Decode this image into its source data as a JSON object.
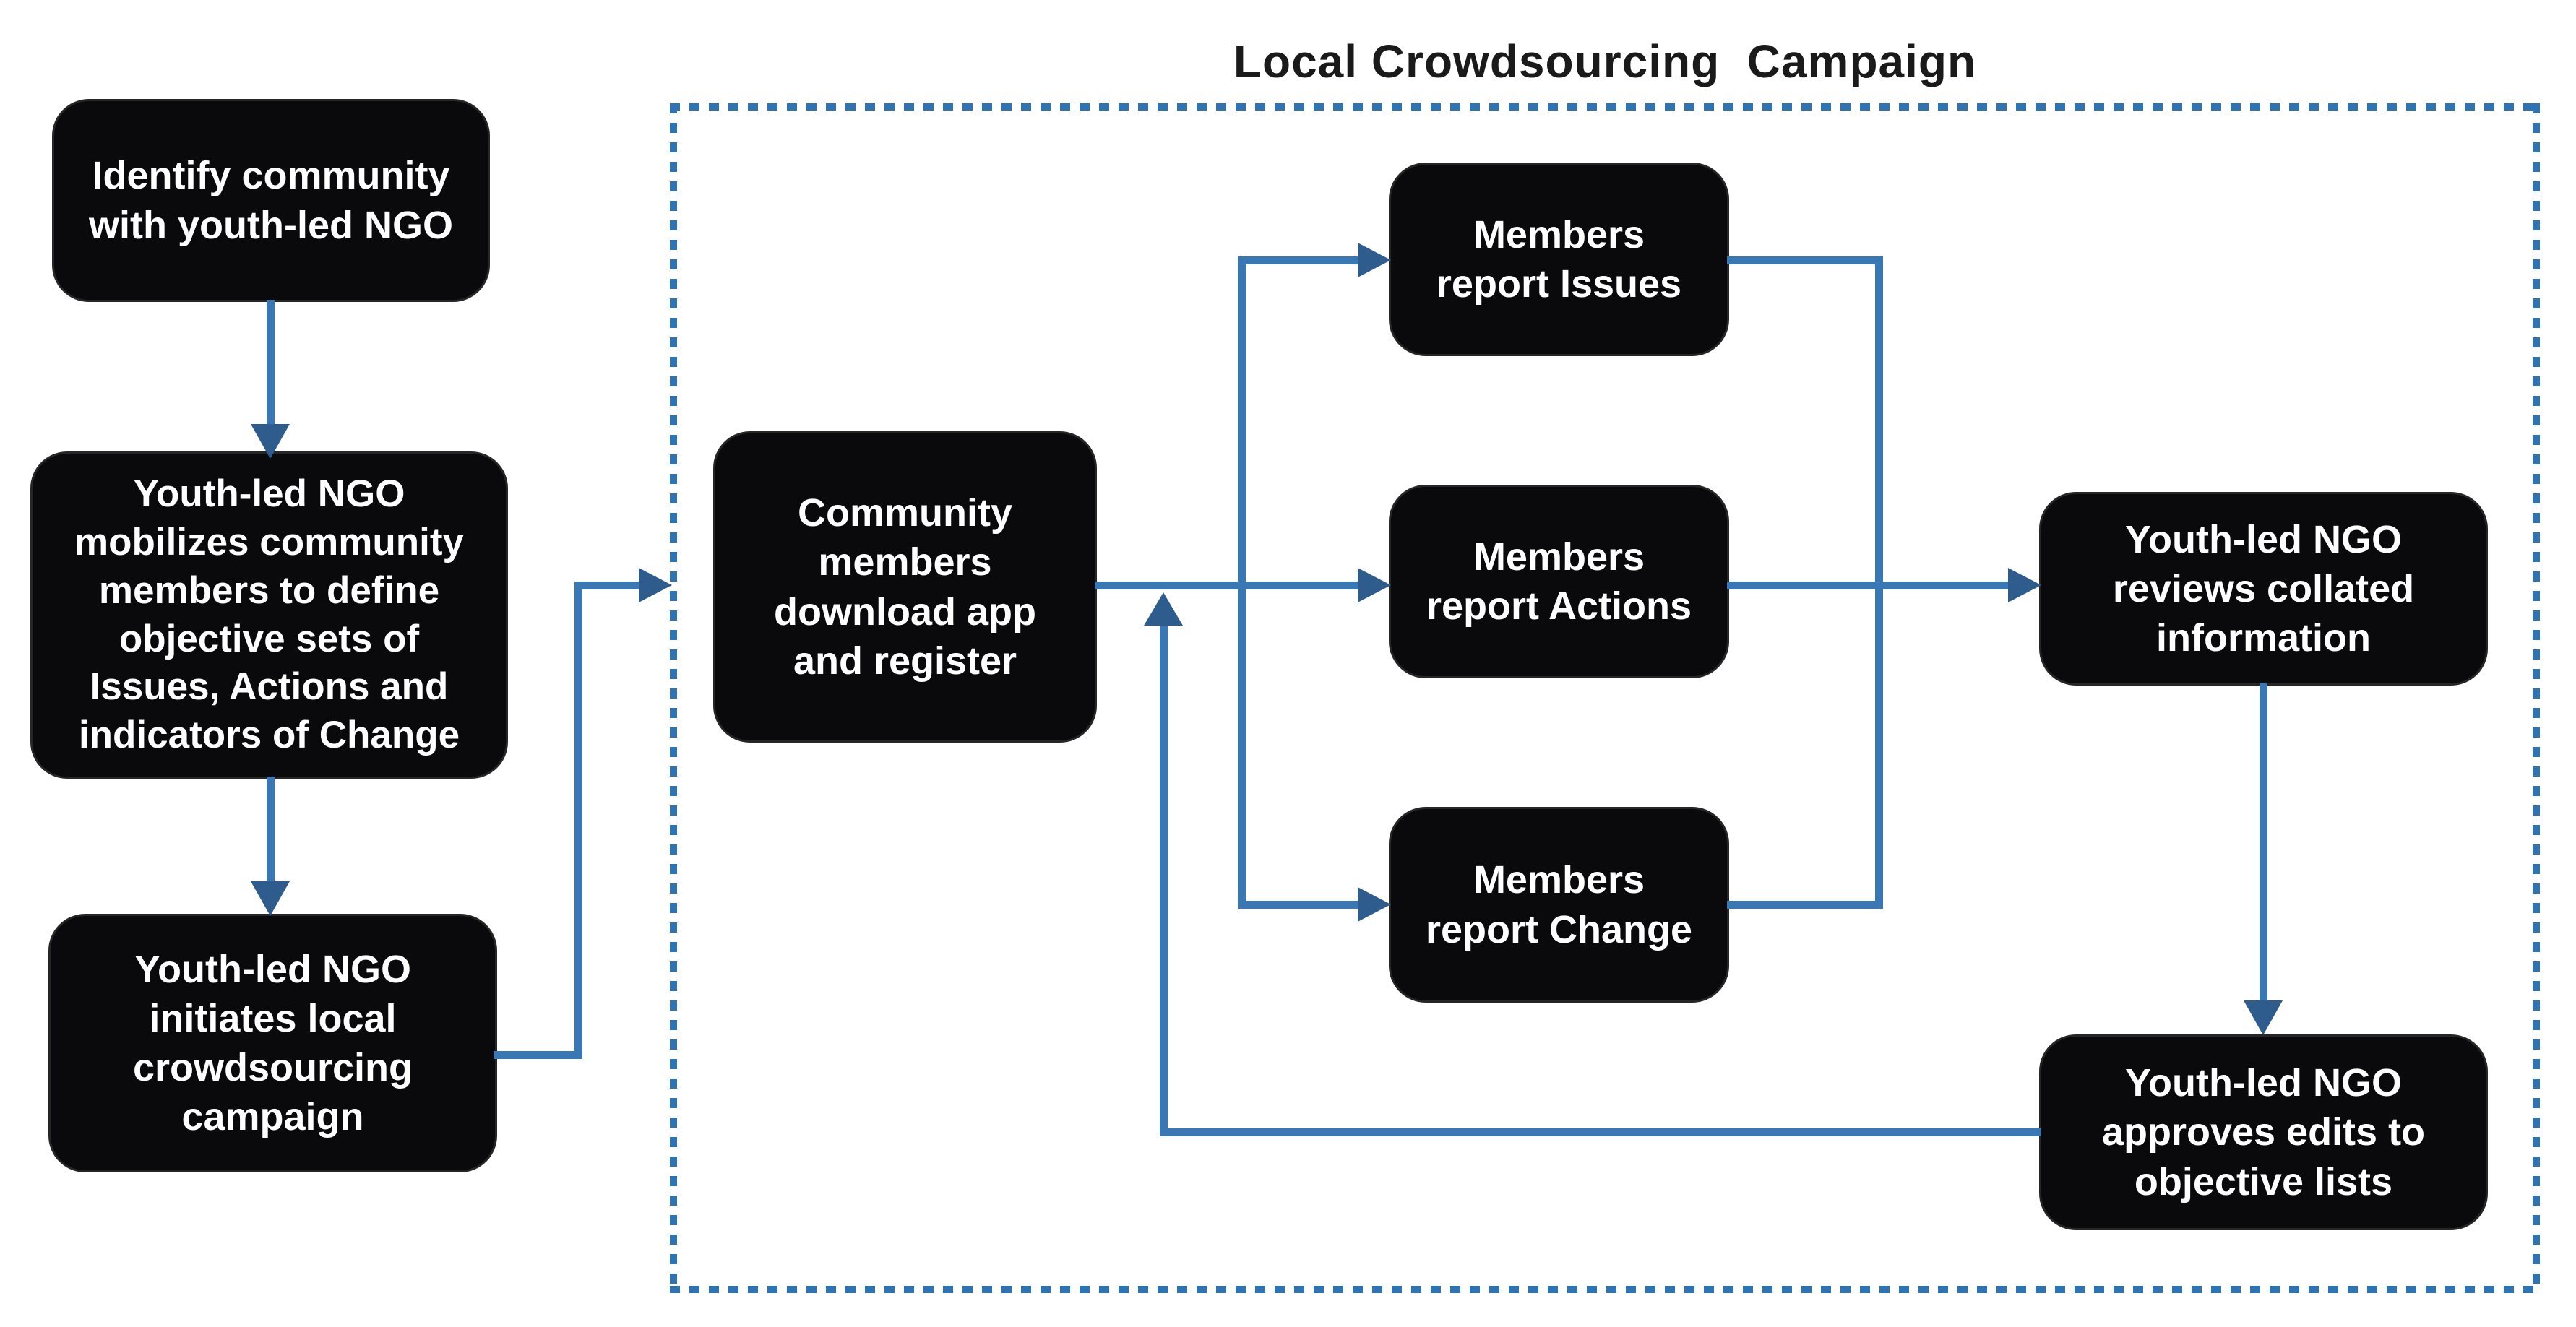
{
  "title": "Local Crowdsourcing  Campaign",
  "colors": {
    "background": "#ffffff",
    "box_bg": "#0a0a0c",
    "box_text": "#ffffff",
    "line": "#3a77b5",
    "arrow": "#2e5c8d",
    "dotted_border": "#2e74b5",
    "title_text": "#1a1a1a"
  },
  "nodes": {
    "identify": {
      "label": "Identify community\nwith youth-led NGO"
    },
    "mobilize": {
      "label": "Youth-led NGO\nmobilizes community\nmembers to define\nobjective sets of\nIssues, Actions and\nindicators of Change"
    },
    "initiate": {
      "label": "Youth-led NGO\ninitiates local\ncrowdsourcing\ncampaign"
    },
    "register": {
      "label": "Community\nmembers\ndownload app\nand register"
    },
    "report_issues": {
      "label": "Members\nreport Issues"
    },
    "report_actions": {
      "label": "Members\nreport Actions"
    },
    "report_change": {
      "label": "Members\nreport Change"
    },
    "review": {
      "label": "Youth-led NGO\nreviews collated\ninformation"
    },
    "approve": {
      "label": "Youth-led NGO\napproves edits to\nobjective lists"
    }
  }
}
